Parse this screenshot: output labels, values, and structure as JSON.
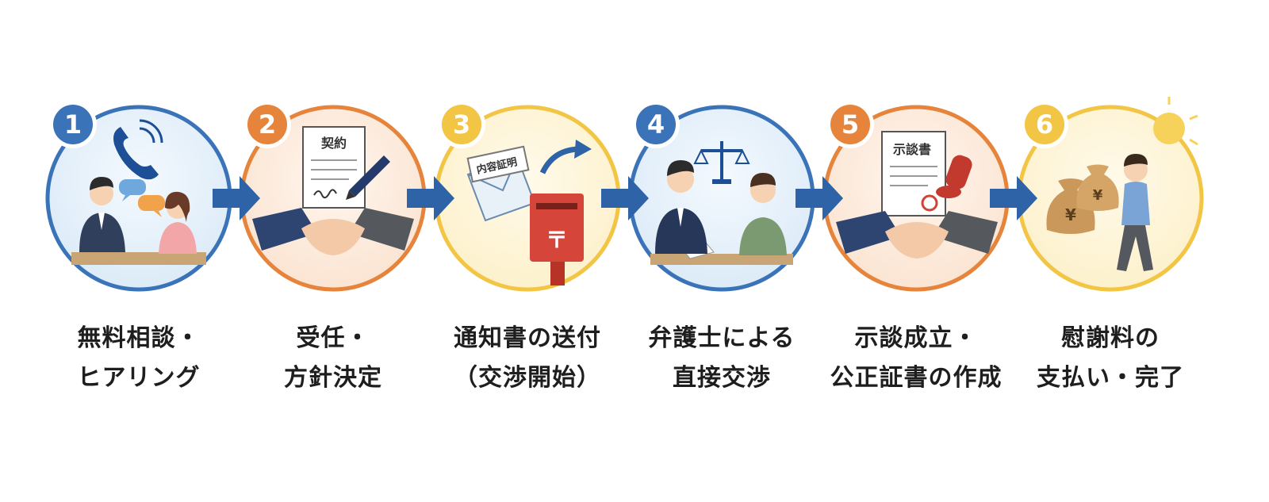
{
  "steps": [
    {
      "number": "1",
      "lines": [
        "無料相談・",
        "ヒアリング"
      ],
      "color": "#3a73b8",
      "fill": "#dcebf8",
      "icons": [
        "phone-icon",
        "chat-bubble-icon",
        "lawyer-icon",
        "client-icon"
      ]
    },
    {
      "number": "2",
      "lines": [
        "受任・",
        "方針決定"
      ],
      "color": "#e6843b",
      "fill": "#fbe4d2",
      "doc_label": "契約",
      "icons": [
        "contract-icon",
        "pen-icon",
        "handshake-icon"
      ]
    },
    {
      "number": "3",
      "lines": [
        "通知書の送付",
        "（交渉開始）"
      ],
      "color": "#f2c545",
      "fill": "#fdf1cc",
      "doc_label": "内容証明",
      "postal_mark": "〒",
      "icons": [
        "letter-icon",
        "send-arrow-icon",
        "postbox-icon"
      ]
    },
    {
      "number": "4",
      "lines": [
        "弁護士による",
        "直接交渉"
      ],
      "color": "#3a73b8",
      "fill": "#dcebf8",
      "icons": [
        "scales-icon",
        "lawyer-icon",
        "client-icon"
      ]
    },
    {
      "number": "5",
      "lines": [
        "示談成立・",
        "公正証書の作成"
      ],
      "color": "#e6843b",
      "fill": "#fbe4d2",
      "doc_label": "示談書",
      "icons": [
        "agreement-document-icon",
        "stamp-icon",
        "handshake-icon"
      ]
    },
    {
      "number": "6",
      "lines": [
        "慰謝料の",
        "支払い・完了"
      ],
      "color": "#f2c545",
      "fill": "#fdf1cc",
      "money_mark": "¥",
      "icons": [
        "money-bag-icon",
        "sun-icon",
        "walking-person-icon"
      ]
    }
  ],
  "arrow_color": "#2f63a8"
}
